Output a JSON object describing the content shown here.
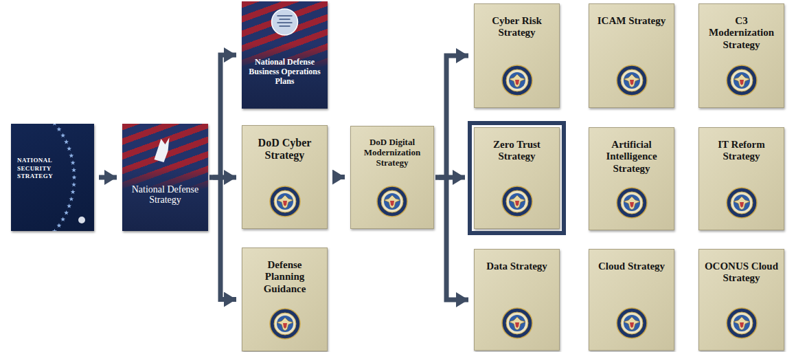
{
  "diagram": {
    "nodes": [
      {
        "text": [
          "NATIONAL SECURITY STRATEGY"
        ]
      },
      {
        "text": [
          "National Defense Strategy"
        ]
      },
      {
        "text": [
          "National Defense Business Operations Plans"
        ]
      },
      {
        "text": [
          "DoD Cyber Strategy"
        ]
      },
      {
        "text": [
          "Defense Planning Guidance"
        ]
      },
      {
        "text": [
          "DoD Digital Modernization Strategy"
        ]
      },
      {
        "text": [
          "Cyber Risk Strategy"
        ]
      },
      {
        "text": [
          "ICAM Strategy"
        ]
      },
      {
        "text": [
          "C3 Modernization Strategy"
        ]
      },
      {
        "text": [
          "Zero Trust Strategy"
        ]
      },
      {
        "text": [
          "Artificial Intelligence Strategy"
        ]
      },
      {
        "text": [
          "IT Reform Strategy"
        ]
      },
      {
        "text": [
          "Data Strategy"
        ]
      },
      {
        "text": [
          "Cloud Strategy"
        ]
      },
      {
        "text": [
          "OCONUS Cloud Strategy"
        ]
      }
    ],
    "edges": [
      {
        "from": 0,
        "to": 1,
        "arrow": "to"
      },
      {
        "from": 1,
        "to": 2,
        "arrow": "to"
      },
      {
        "from": 1,
        "to": 3,
        "arrow": "to"
      },
      {
        "from": 1,
        "to": 4,
        "arrow": "to"
      },
      {
        "from": 3,
        "to": 5,
        "arrow": "to"
      },
      {
        "from": 5,
        "to": 6,
        "arrow": "to"
      },
      {
        "from": 5,
        "to": 9,
        "arrow": "to"
      },
      {
        "from": 5,
        "to": 12,
        "arrow": "to"
      }
    ]
  }
}
